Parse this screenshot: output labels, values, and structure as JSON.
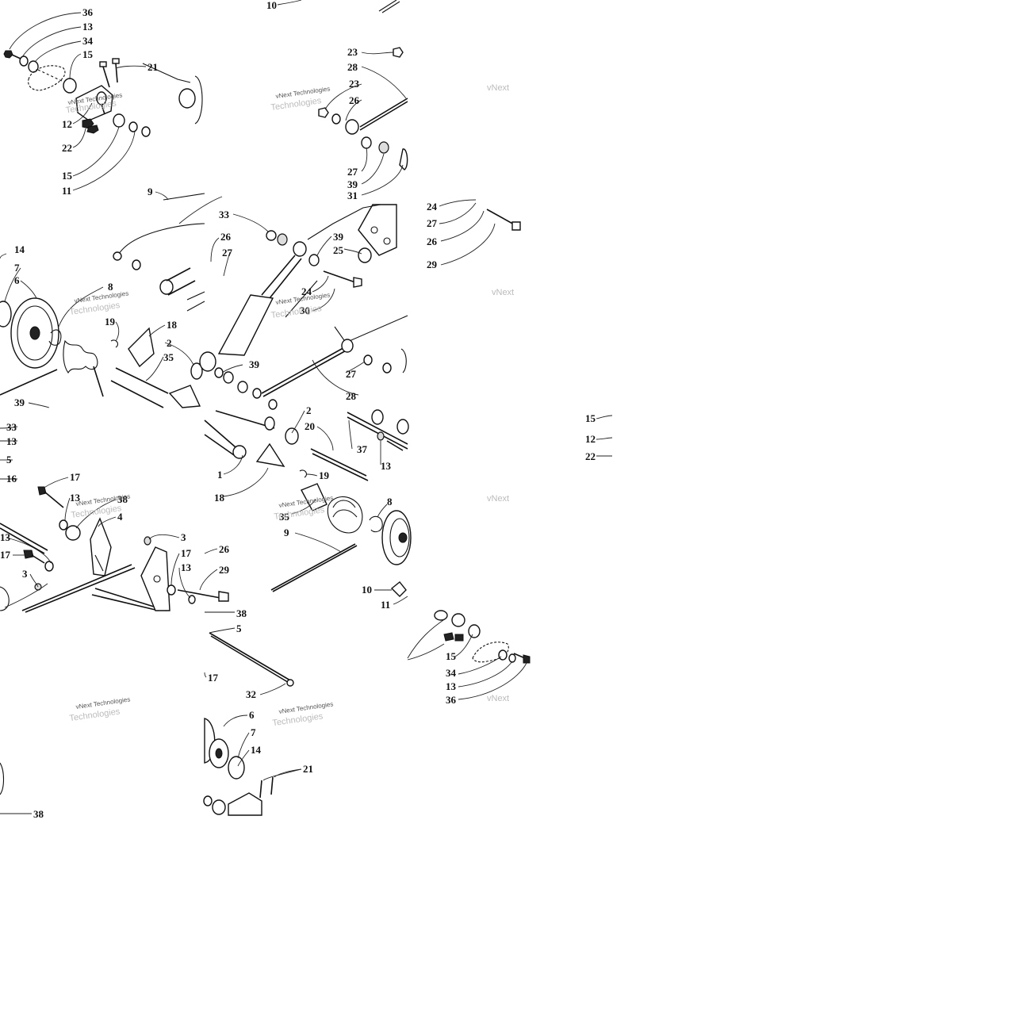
{
  "watermark": {
    "line1": "vNext Technologies",
    "line2": "Technologies"
  },
  "callouts": {
    "tile_00": [
      "36",
      "13",
      "34",
      "15",
      "21",
      "12",
      "22",
      "15",
      "11",
      "9"
    ],
    "tile_01": [
      "10",
      "23",
      "28",
      "23",
      "26",
      "27",
      "39",
      "31"
    ],
    "tile_10": [
      "14",
      "7",
      "6",
      "8",
      "19",
      "18",
      "2",
      "35",
      "39"
    ],
    "tile_11": [
      "33",
      "26",
      "27",
      "39",
      "25",
      "24",
      "30",
      "39",
      "27",
      "28"
    ],
    "tile_12": [
      "24",
      "27",
      "26",
      "29"
    ],
    "tile_20": [
      "33",
      "13",
      "5",
      "16",
      "17",
      "13",
      "38",
      "4",
      "13",
      "17",
      "3",
      "3",
      "17",
      "26",
      "13",
      "29"
    ],
    "tile_21": [
      "2",
      "20",
      "37",
      "13",
      "1",
      "18",
      "19",
      "8",
      "35",
      "9",
      "10",
      "11"
    ],
    "tile_22": [
      "15",
      "12",
      "22"
    ],
    "tile_30": [
      "38"
    ],
    "tile_31": [
      "38",
      "5",
      "17",
      "32",
      "6",
      "7",
      "14",
      "21"
    ],
    "tile_32": [
      "15",
      "34",
      "13",
      "36"
    ]
  }
}
